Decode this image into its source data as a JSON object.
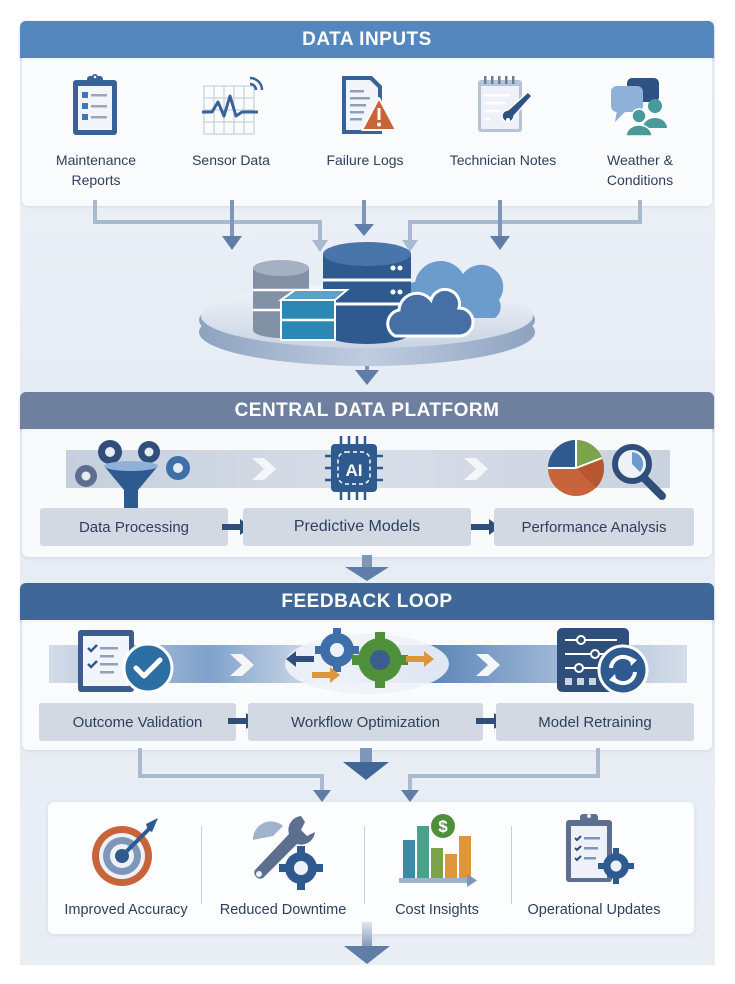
{
  "sections": {
    "data_inputs": {
      "title": "DATA INPUTS",
      "items": [
        {
          "label": "Maintenance Reports",
          "line1": "Maintenance",
          "line2": "Reports",
          "icon": "clipboard-checklist-icon"
        },
        {
          "label": "Sensor Data",
          "line1": "Sensor Data",
          "line2": "",
          "icon": "sensor-signal-icon"
        },
        {
          "label": "Failure Logs",
          "line1": "Failure Logs",
          "line2": "",
          "icon": "document-warning-icon"
        },
        {
          "label": "Technician Notes",
          "line1": "Technician Notes",
          "line2": "",
          "icon": "notepad-wrench-icon"
        },
        {
          "label": "Weather & Conditions",
          "line1": "Weather &",
          "line2": "Conditions",
          "icon": "chat-people-icon"
        }
      ]
    },
    "central_platform": {
      "title": "CENTRAL DATA PLATFORM",
      "hub_icon": "database-cloud-hub-icon",
      "steps": [
        {
          "label": "Data Processing",
          "icon": "gears-funnel-icon"
        },
        {
          "label": "Predictive Models",
          "icon": "ai-chip-icon",
          "chip_text": "AI"
        },
        {
          "label": "Performance Analysis",
          "icon": "pie-chart-magnifier-icon"
        }
      ]
    },
    "feedback_loop": {
      "title": "FEEDBACK LOOP",
      "steps": [
        {
          "label": "Outcome Validation",
          "icon": "checklist-checkmark-icon"
        },
        {
          "label": "Workflow Optimization",
          "icon": "gears-arrows-icon"
        },
        {
          "label": "Model Retraining",
          "icon": "sliders-refresh-icon"
        }
      ]
    },
    "outcomes": {
      "items": [
        {
          "label": "Improved Accuracy",
          "icon": "target-arrow-icon"
        },
        {
          "label": "Reduced Downtime",
          "icon": "wrench-gear-icon"
        },
        {
          "label": "Cost Insights",
          "icon": "bar-chart-dollar-icon",
          "symbol": "$"
        },
        {
          "label": "Operational Updates",
          "icon": "clipboard-gear-icon"
        }
      ]
    }
  },
  "colors": {
    "inputs_band": "#5587bf",
    "central_band": "#6e809e",
    "feedback_band": "#3f6898",
    "navy": "#2f5284",
    "arrow": "#5e7ea8",
    "orange": "#c8643a",
    "green": "#4e8f3a",
    "teal": "#4a9a9a",
    "text": "#2d3f5c"
  }
}
